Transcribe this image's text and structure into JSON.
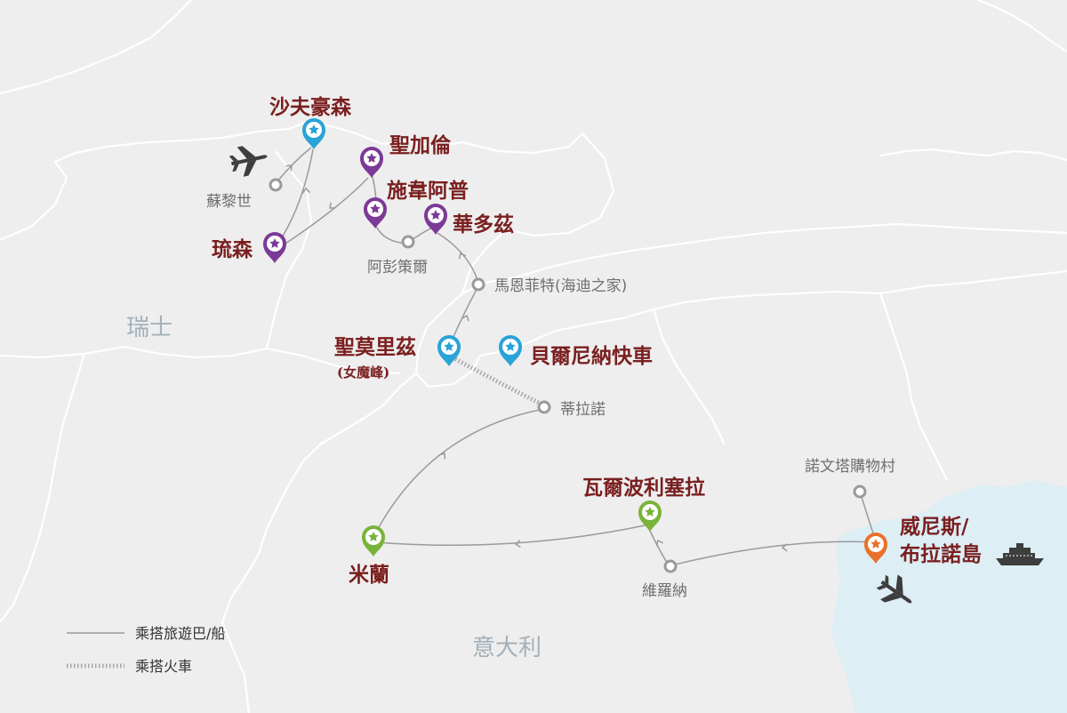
{
  "countries": [
    {
      "id": "switzerland",
      "label": "瑞士"
    },
    {
      "id": "italy",
      "label": "意大利"
    }
  ],
  "colors": {
    "land": "#eeeeee",
    "sea": "#ddeef5",
    "border": "#ffffff",
    "route": "#9a9a9a",
    "label_main": "#7a1f1f",
    "label_minor": "#6f6f6f",
    "country_label": "#a3b0b9",
    "marker_blue": "#29a3d8",
    "marker_purple": "#7b3a96",
    "marker_green": "#7ab33a",
    "marker_orange": "#e8722b"
  },
  "stops": {
    "schaffhausen": {
      "label": "沙夫豪森",
      "marker": "blue"
    },
    "st_gallen": {
      "label": "聖加倫",
      "marker": "purple"
    },
    "schwyz_appenzell": {
      "label": "施韋阿普",
      "marker": "purple"
    },
    "vaduz": {
      "label": "華多茲",
      "marker": "purple"
    },
    "lucerne": {
      "label": "琉森",
      "marker": "purple"
    },
    "st_moritz": {
      "label": "聖莫里茲",
      "sub_label": "(女魔峰)",
      "marker": "blue"
    },
    "bernina_express": {
      "label": "貝爾尼納快車",
      "marker": "blue"
    },
    "milan": {
      "label": "米蘭",
      "marker": "green"
    },
    "valpolicella": {
      "label": "瓦爾波利塞拉",
      "marker": "green"
    },
    "venice": {
      "label_line1": "威尼斯/",
      "label_line2": "布拉諾島",
      "marker": "orange"
    }
  },
  "waypoints": {
    "zurich": {
      "label": "蘇黎世"
    },
    "appenzell": {
      "label": "阿彭策爾"
    },
    "maienfeld": {
      "label": "馬恩菲特(海迪之家)"
    },
    "tirano": {
      "label": "蒂拉諾"
    },
    "verona": {
      "label": "維羅納"
    },
    "noventa": {
      "label": "諾文塔購物村"
    }
  },
  "icons": [
    "airplane-icon",
    "cruise-ship-icon",
    "star-pin-icon"
  ],
  "legend": {
    "bus_label": "乘搭旅遊巴/船",
    "train_label": "乘搭火車"
  }
}
